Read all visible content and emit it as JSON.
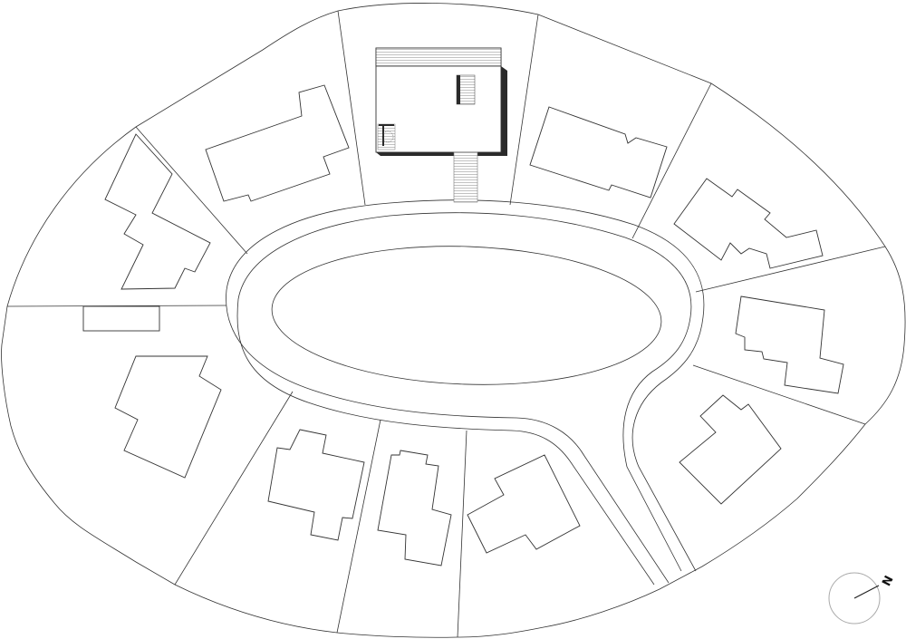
{
  "plan": {
    "type": "site-plan",
    "north_label": "N",
    "lot_count": 11,
    "house_count": 11
  },
  "colors": {
    "line": "#333333",
    "shadow": "#2a2a2a",
    "hatch": "#999999",
    "compass": "#aaaaaa"
  }
}
